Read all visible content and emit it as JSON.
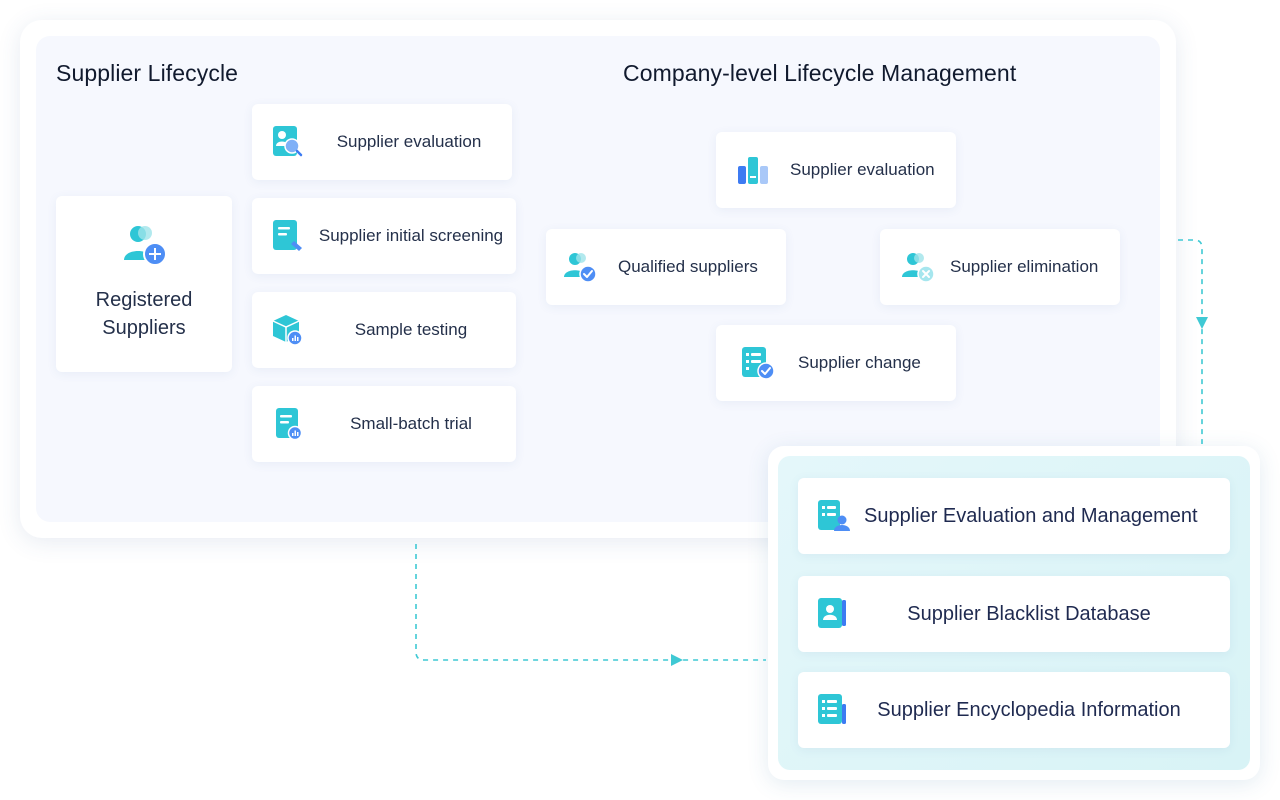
{
  "lifecycle": {
    "title": "Supplier Lifecycle",
    "registered_label": "Registered Suppliers",
    "steps": [
      {
        "label": "Supplier evaluation",
        "icon": "document-search-icon"
      },
      {
        "label": "Supplier initial screening",
        "icon": "document-pen-icon"
      },
      {
        "label": "Sample testing",
        "icon": "box-chart-icon"
      },
      {
        "label": "Small-batch trial",
        "icon": "document-chart-icon"
      }
    ]
  },
  "company": {
    "title": "Company-level Lifecycle Management",
    "nodes": {
      "evaluation": {
        "label": "Supplier evaluation",
        "icon": "bar-chart-icon"
      },
      "qualified": {
        "label": "Qualified suppliers",
        "icon": "user-check-icon"
      },
      "elimination": {
        "label": "Supplier elimination",
        "icon": "user-remove-icon"
      },
      "change": {
        "label": "Supplier change",
        "icon": "list-check-icon"
      }
    }
  },
  "databases": [
    {
      "label": "Supplier Evaluation and Management",
      "icon": "document-user-icon"
    },
    {
      "label": "Supplier Blacklist Database",
      "icon": "contact-book-icon"
    },
    {
      "label": "Supplier Encyclopedia Information",
      "icon": "list-book-icon"
    }
  ],
  "colors": {
    "accent_teal": "#2ec6d6",
    "accent_blue": "#3d7bf2",
    "connector": "#3fc9d4"
  }
}
